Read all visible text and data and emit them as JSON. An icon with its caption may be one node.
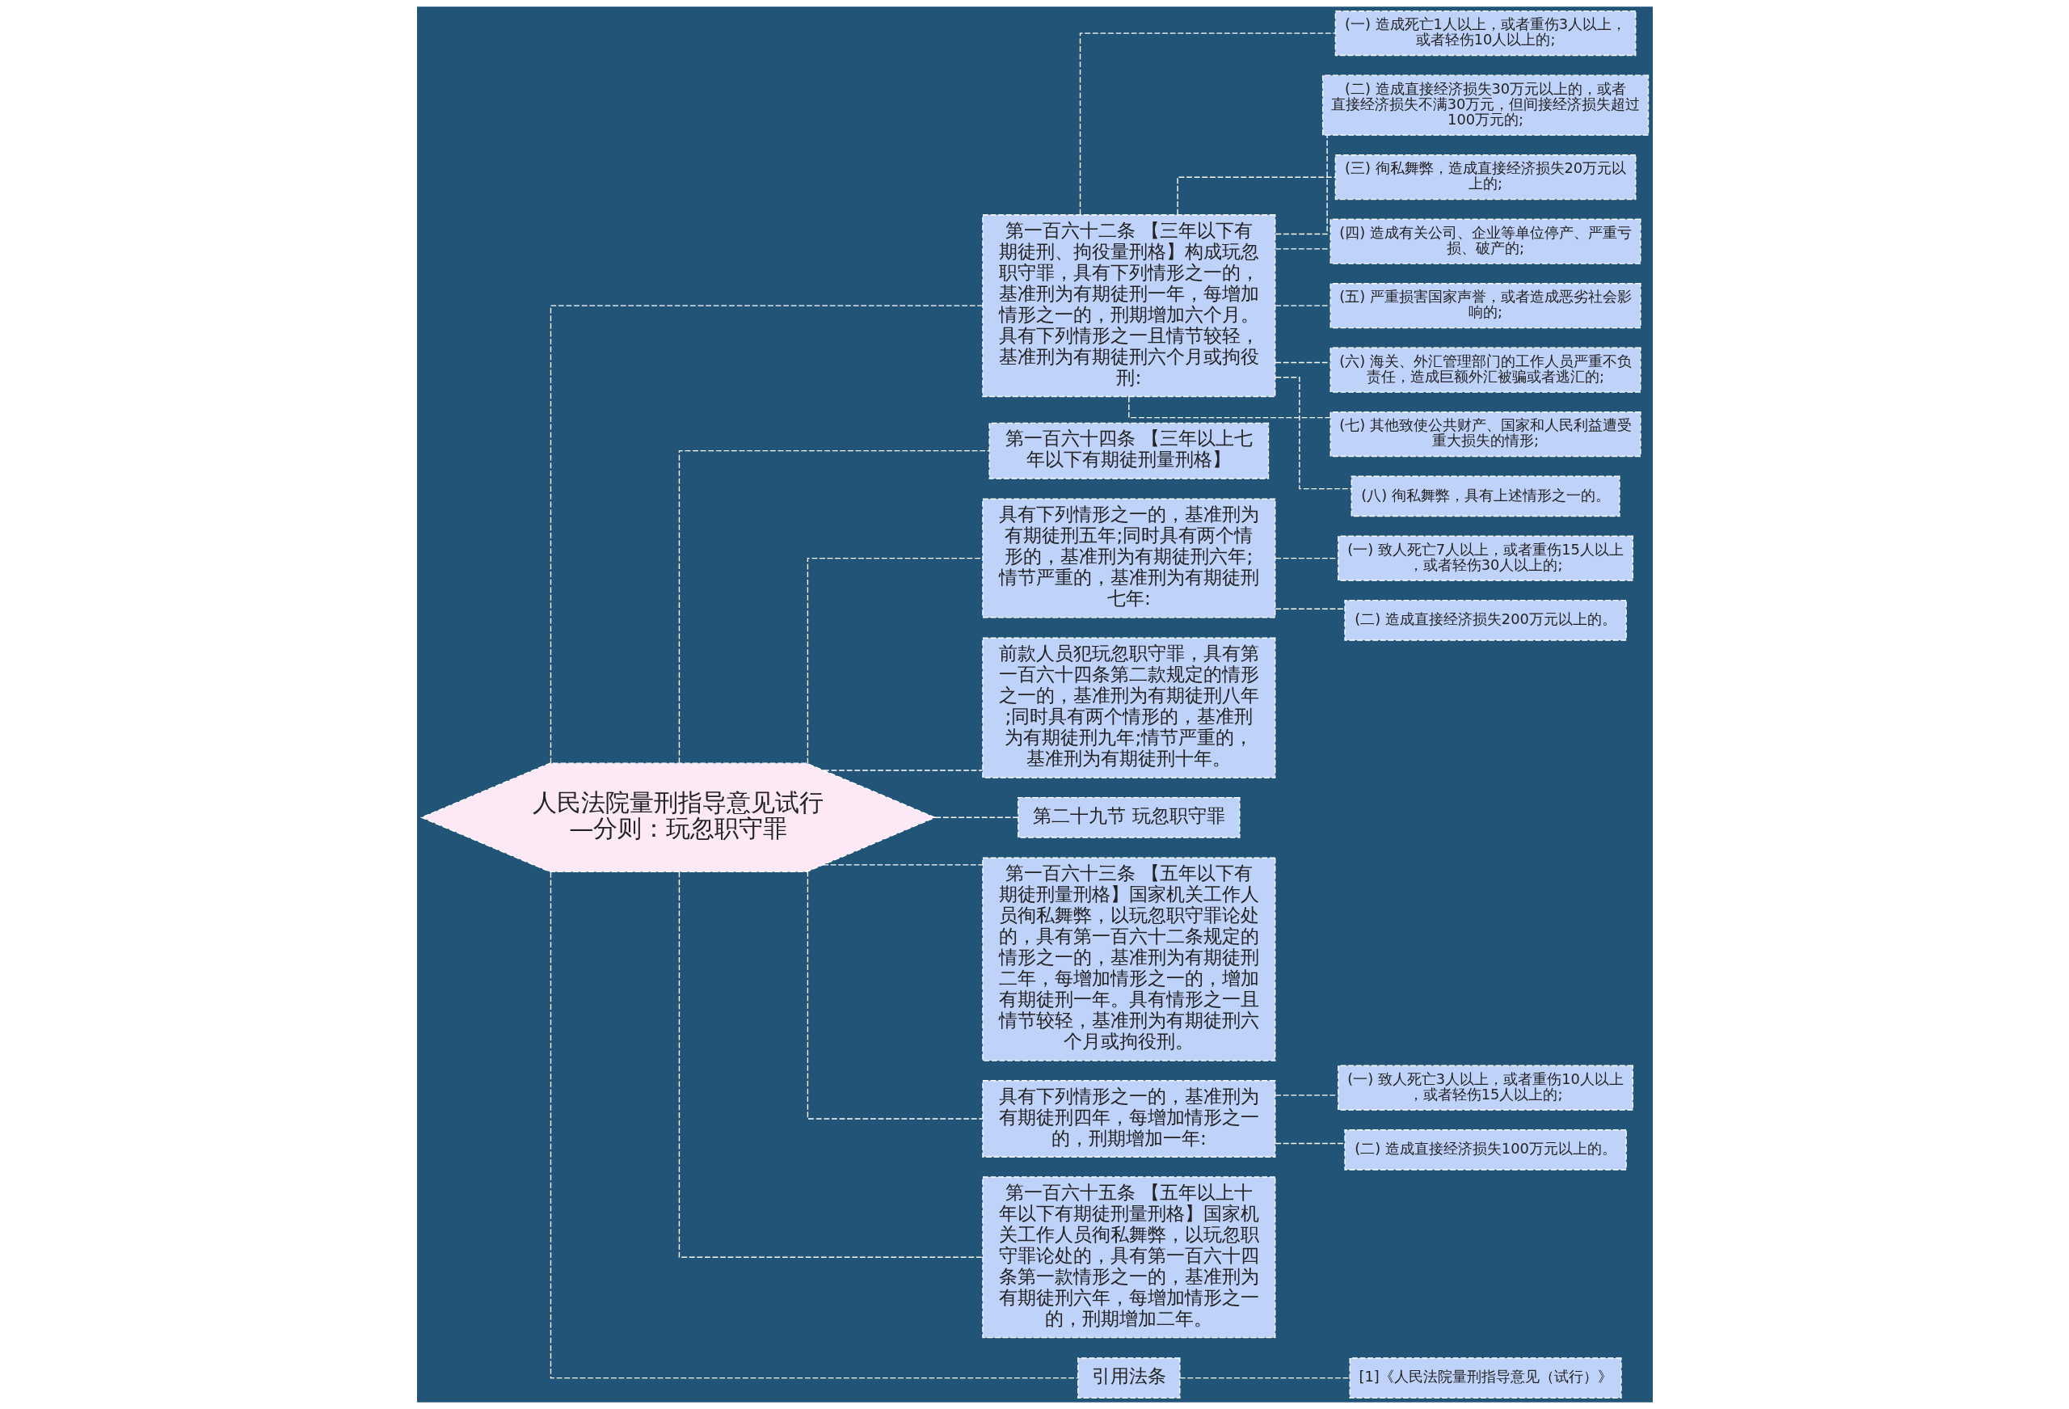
{
  "diagram": {
    "nodes": [
      {
        "text": [
          "人民法院量刑指导意见试行—分则：玩忽职守罪"
        ]
      },
      {
        "text": [
          "第一百六十二条 【三年以下有期徒刑、拘役量刑格】构成玩忽职守罪，具有下列情形之一的，基准刑为有期徒刑一年，每增加情形之一的，刑期增加六个月。具有下列情形之一且情节较轻，基准刑为有期徒刑六个月或拘役刑:"
        ]
      },
      {
        "text": [
          "(一) 造成死亡1人以上，或者重伤3人以上，或者轻伤10人以上的;"
        ]
      },
      {
        "text": [
          "(二) 造成直接经济损失30万元以上的，或者直接经济损失不满30万元，但间接经济损失超过100万元的;"
        ]
      },
      {
        "text": [
          "(三) 徇私舞弊，造成直接经济损失20万元以上的;"
        ]
      },
      {
        "text": [
          "(四) 造成有关公司、企业等单位停产、严重亏损、破产的;"
        ]
      },
      {
        "text": [
          "(五) 严重损害国家声誉，或者造成恶劣社会影响的;"
        ]
      },
      {
        "text": [
          "(六) 海关、外汇管理部门的工作人员严重不负责任，造成巨额外汇被骗或者逃汇的;"
        ]
      },
      {
        "text": [
          "(七) 其他致使公共财产、国家和人民利益遭受重大损失的情形;"
        ]
      },
      {
        "text": [
          "(八) 徇私舞弊，具有上述情形之一的。"
        ]
      },
      {
        "text": [
          "第一百六十四条 【三年以上七年以下有期徒刑量刑格】"
        ]
      },
      {
        "text": [
          "具有下列情形之一的，基准刑为有期徒刑五年;同时具有两个情形的，基准刑为有期徒刑六年;情节严重的，基准刑为有期徒刑七年:"
        ]
      },
      {
        "text": [
          "(一) 致人死亡7人以上，或者重伤15人以上，或者轻伤30人以上的;"
        ]
      },
      {
        "text": [
          "(二) 造成直接经济损失200万元以上的。"
        ]
      },
      {
        "text": [
          "前款人员犯玩忽职守罪，具有第一百六十四条第二款规定的情形之一的，基准刑为有期徒刑八年;同时具有两个情形的，基准刑为有期徒刑九年;情节严重的，基准刑为有期徒刑十年。"
        ]
      },
      {
        "text": [
          "第二十九节 玩忽职守罪"
        ]
      },
      {
        "text": [
          "第一百六十三条 【五年以下有期徒刑量刑格】国家机关工作人员徇私舞弊，以玩忽职守罪论处的，具有第一百六十二条规定的情形之一的，基准刑为有期徒刑二年，每增加情形之一的，增加有期徒刑一年。具有情形之一且情节较轻，基准刑为有期徒刑六个月或拘役刑。"
        ]
      },
      {
        "text": [
          "具有下列情形之一的，基准刑为有期徒刑四年，每增加情形之一的，刑期增加一年:"
        ]
      },
      {
        "text": [
          "(一) 致人死亡3人以上，或者重伤10人以上，或者轻伤15人以上的;"
        ]
      },
      {
        "text": [
          "(二) 造成直接经济损失100万元以上的。"
        ]
      },
      {
        "text": [
          "第一百六十五条 【五年以上十年以下有期徒刑量刑格】国家机关工作人员徇私舞弊，以玩忽职守罪论处的，具有第一百六十四条第一款情形之一的，基准刑为有期徒刑六年，每增加情形之一的，刑期增加二年。"
        ]
      },
      {
        "text": [
          "引用法条"
        ]
      },
      {
        "text": [
          "[1]《人民法院量刑指导意见（试行）》"
        ]
      }
    ],
    "edges": [
      {
        "from": 0,
        "to": 1,
        "arrow": "none",
        "style": "dashed"
      },
      {
        "from": 1,
        "to": 2,
        "arrow": "none",
        "style": "dashed"
      },
      {
        "from": 1,
        "to": 3,
        "arrow": "none",
        "style": "dashed"
      },
      {
        "from": 1,
        "to": 4,
        "arrow": "none",
        "style": "dashed"
      },
      {
        "from": 1,
        "to": 5,
        "arrow": "none",
        "style": "dashed"
      },
      {
        "from": 1,
        "to": 6,
        "arrow": "none",
        "style": "dashed"
      },
      {
        "from": 1,
        "to": 7,
        "arrow": "none",
        "style": "dashed"
      },
      {
        "from": 1,
        "to": 8,
        "arrow": "none",
        "style": "dashed"
      },
      {
        "from": 1,
        "to": 9,
        "arrow": "none",
        "style": "dashed"
      },
      {
        "from": 0,
        "to": 10,
        "arrow": "none",
        "style": "dashed"
      },
      {
        "from": 0,
        "to": 11,
        "arrow": "none",
        "style": "dashed"
      },
      {
        "from": 11,
        "to": 12,
        "arrow": "none",
        "style": "dashed"
      },
      {
        "from": 11,
        "to": 13,
        "arrow": "none",
        "style": "dashed"
      },
      {
        "from": 0,
        "to": 14,
        "arrow": "none",
        "style": "dashed"
      },
      {
        "from": 0,
        "to": 15,
        "arrow": "none",
        "style": "dashed"
      },
      {
        "from": 0,
        "to": 16,
        "arrow": "none",
        "style": "dashed"
      },
      {
        "from": 0,
        "to": 17,
        "arrow": "none",
        "style": "dashed"
      },
      {
        "from": 17,
        "to": 18,
        "arrow": "none",
        "style": "dashed"
      },
      {
        "from": 17,
        "to": 19,
        "arrow": "none",
        "style": "dashed"
      },
      {
        "from": 0,
        "to": 20,
        "arrow": "none",
        "style": "dashed"
      },
      {
        "from": 0,
        "to": 21,
        "arrow": "none",
        "style": "dashed"
      },
      {
        "from": 21,
        "to": 22,
        "arrow": "none",
        "style": "dashed"
      }
    ]
  }
}
